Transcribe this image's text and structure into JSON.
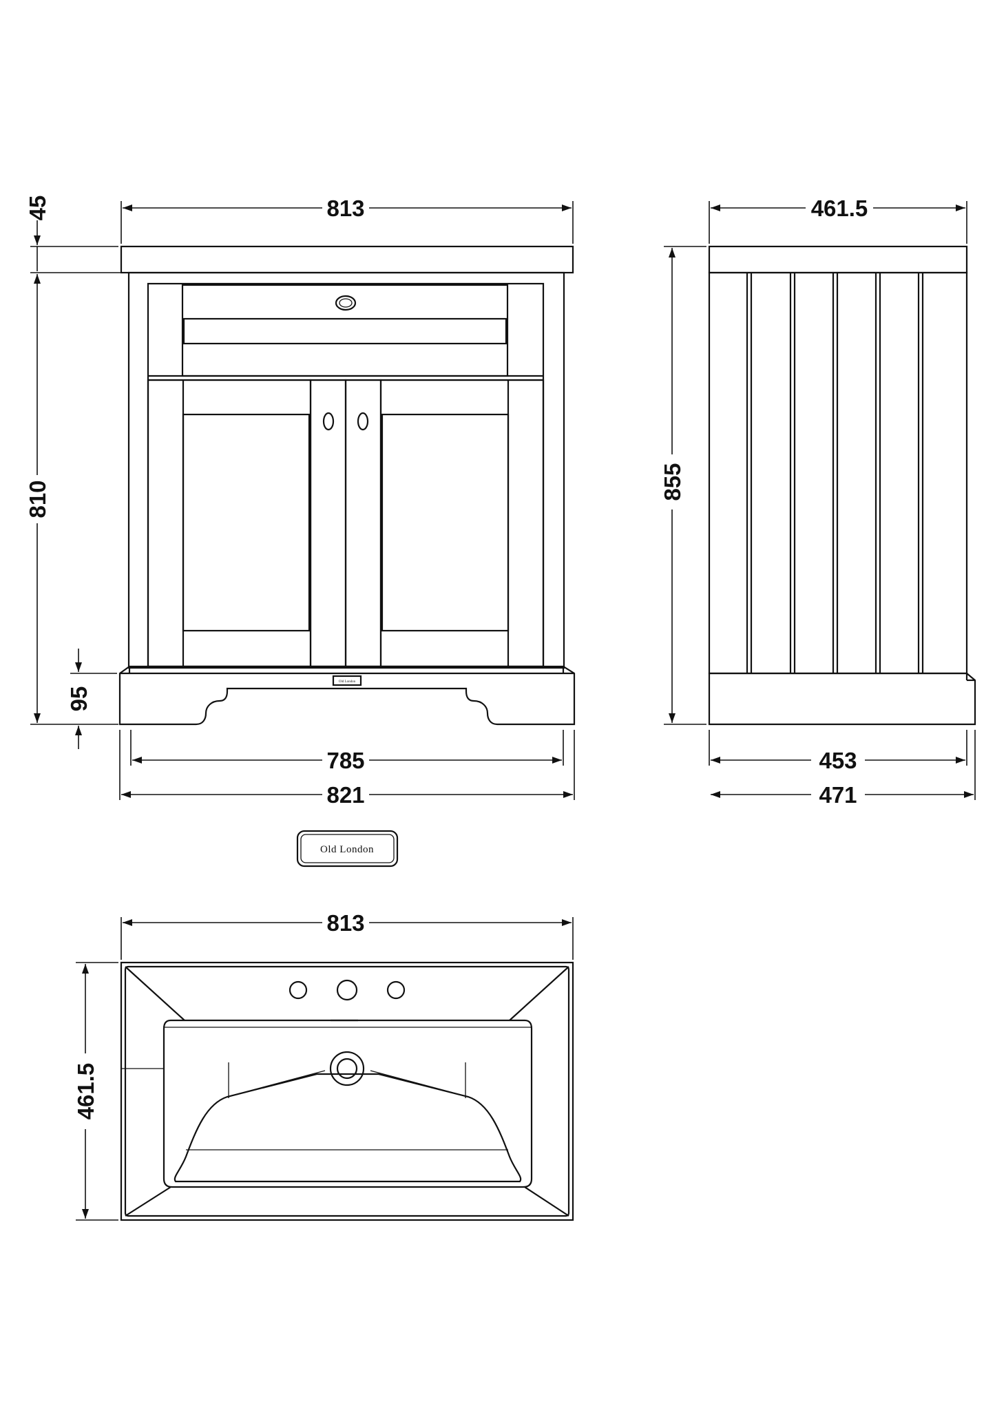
{
  "front_view": {
    "width_top": "813",
    "top_thickness": "45",
    "carcass_height": "810",
    "plinth_height": "95",
    "inner_width": "785",
    "overall_width": "821",
    "plaque_text": "Old London"
  },
  "side_view": {
    "depth_top": "461.5",
    "total_height": "855",
    "inner_depth": "453",
    "overall_depth": "471"
  },
  "logo_badge": {
    "text": "Old London"
  },
  "basin_plan_view": {
    "width": "813",
    "depth": "461.5",
    "tap_holes": 3
  }
}
